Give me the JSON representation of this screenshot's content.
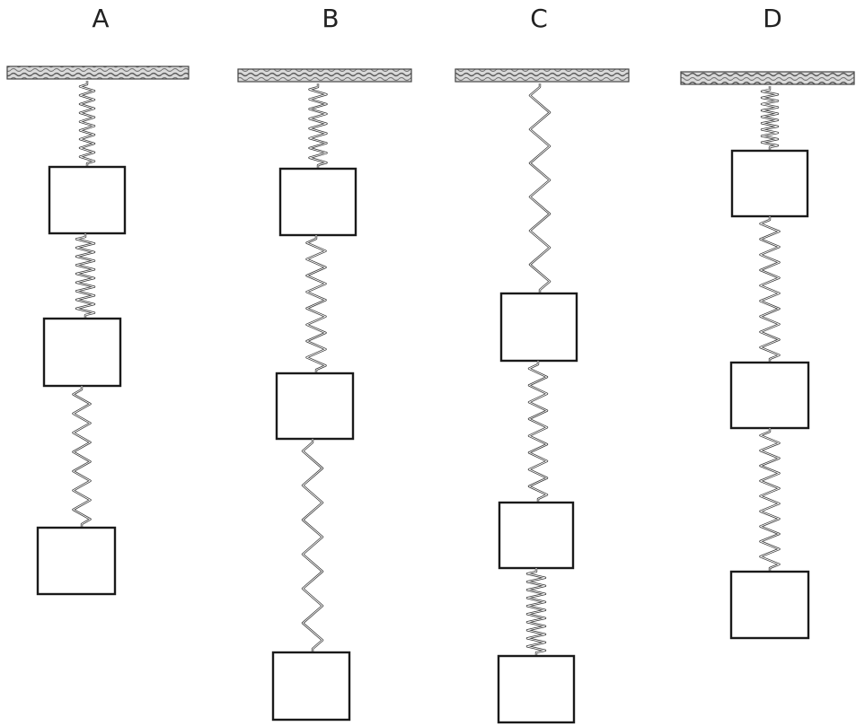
{
  "panels": [
    {
      "label": "A",
      "springs": [
        {
          "coils": 9,
          "stretch": "compressed"
        },
        {
          "coils": 9,
          "stretch": "compressed"
        },
        {
          "coils": 7,
          "stretch": "moderate"
        }
      ],
      "masses": 3
    },
    {
      "label": "B",
      "springs": [
        {
          "coils": 8,
          "stretch": "compressed"
        },
        {
          "coils": 8,
          "stretch": "moderate"
        },
        {
          "coils": 6,
          "stretch": "stretched"
        }
      ],
      "masses": 3
    },
    {
      "label": "C",
      "springs": [
        {
          "coils": 6,
          "stretch": "stretched"
        },
        {
          "coils": 8,
          "stretch": "moderate"
        },
        {
          "coils": 10,
          "stretch": "compressed"
        }
      ],
      "masses": 3
    },
    {
      "label": "D",
      "springs": [
        {
          "coils": 9,
          "stretch": "compressed"
        },
        {
          "coils": 9,
          "stretch": "moderate"
        },
        {
          "coils": 9,
          "stretch": "moderate"
        }
      ],
      "masses": 3
    }
  ]
}
